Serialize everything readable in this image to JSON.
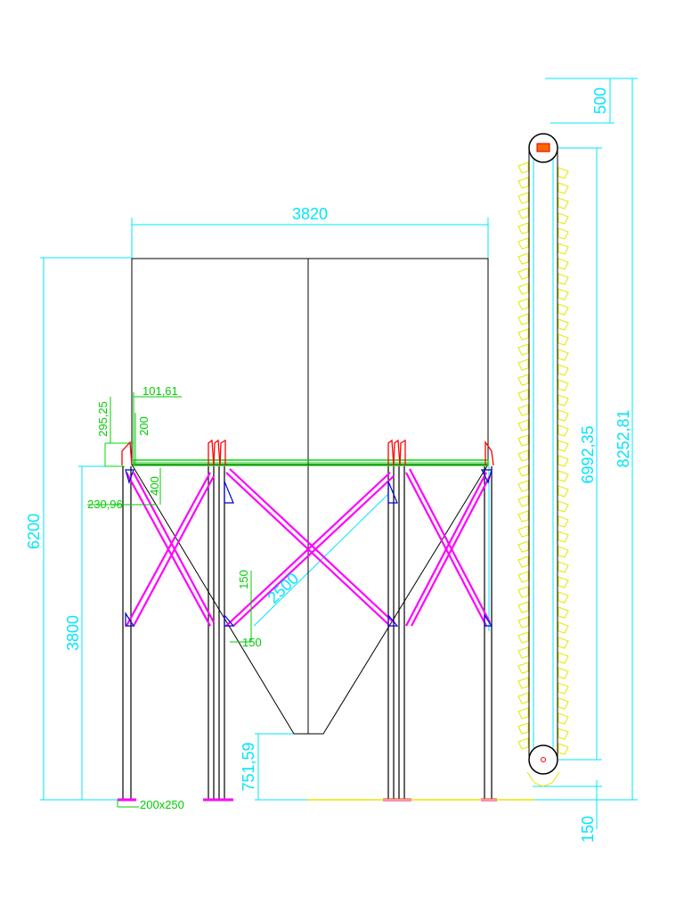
{
  "dimensions": {
    "silo_width": "3820",
    "total_height": "6200",
    "leg_height": "3800",
    "outlet_clearance": "751,59",
    "base_plate": "200x250",
    "bracket_offset": "101,61",
    "bracket_height": "295,25",
    "bracket_200": "200",
    "brace_start": "230,96",
    "brace_400": "400",
    "brace_span": "2500",
    "gusset_150a": "150",
    "gusset_150b": "150",
    "conveyor_top": "500",
    "conveyor_center": "6992,35",
    "conveyor_total": "8252,81",
    "conveyor_base": "150"
  },
  "colors": {
    "dimension": "#00e5ff",
    "small_dimension": "#00cc00",
    "bracing": "#ff00ff",
    "outline": "#000000",
    "ring_beam": "#00dd00",
    "caps": "#ff0000",
    "brackets": "#0000cc",
    "buckets": "#e6e600"
  }
}
